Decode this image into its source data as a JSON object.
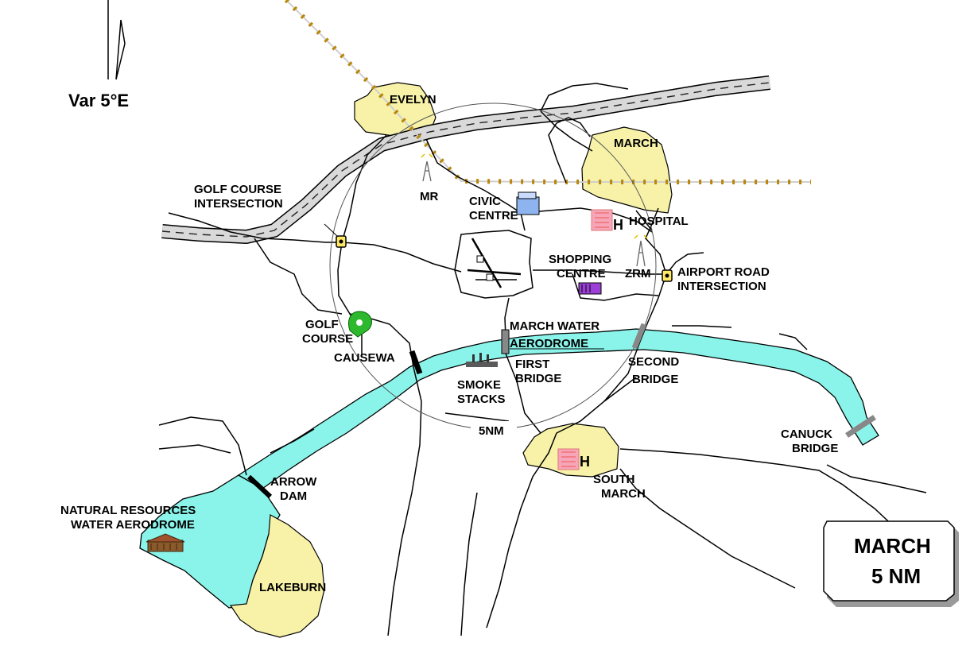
{
  "map": {
    "variation": "Var 5°E",
    "title_box": {
      "line1": "MARCH",
      "line2": "5 NM"
    },
    "ring_label": "5NM",
    "labels": {
      "evelyn": "EVELYN",
      "march": "MARCH",
      "golf_course_intersection": [
        "GOLF COURSE",
        "INTERSECTION"
      ],
      "mr": "MR",
      "civic_centre": [
        "CIVIC",
        "CENTRE"
      ],
      "hospital": "HOSPITAL",
      "shopping_centre": [
        "SHOPPING",
        "CENTRE"
      ],
      "zrm": "ZRM",
      "airport_road_intersection": [
        "AIRPORT ROAD",
        "INTERSECTION"
      ],
      "golf_course": [
        "GOLF",
        "COURSE"
      ],
      "causeway": "CAUSEWA",
      "march_water_aerodrome": [
        "MARCH WATER",
        "AERODROME"
      ],
      "first_bridge": [
        "FIRST",
        "BRIDGE"
      ],
      "second_bridge": [
        "SECOND",
        "BRIDGE"
      ],
      "smoke_stacks": [
        "SMOKE",
        "STACKS"
      ],
      "canuck_bridge": [
        "CANUCK",
        "BRIDGE"
      ],
      "south_march": [
        "SOUTH",
        "MARCH"
      ],
      "arrow_dam": [
        "ARROW",
        "DAM"
      ],
      "natural_resources": [
        "NATURAL RESOURCES",
        "WATER AERODROME"
      ],
      "lakeburn": "LAKEBURN",
      "hospital_marker": "H"
    },
    "colors": {
      "water": "#8af4ea",
      "town": "#f7f2a8",
      "hospital": "#f6a6b8",
      "civic_centre": "#8eb4f0",
      "shopping_centre": "#9b3fd6",
      "golf_course": "#2eb82e",
      "railway_ties": "#b8860b"
    },
    "icons": [
      "north-arrow-icon",
      "hospital-icon",
      "civic-centre-icon",
      "shopping-centre-icon",
      "golf-course-icon",
      "smoke-stacks-icon",
      "radio-tower-icon",
      "traffic-light-icon",
      "seaplane-base-icon",
      "aerodrome-icon"
    ]
  }
}
